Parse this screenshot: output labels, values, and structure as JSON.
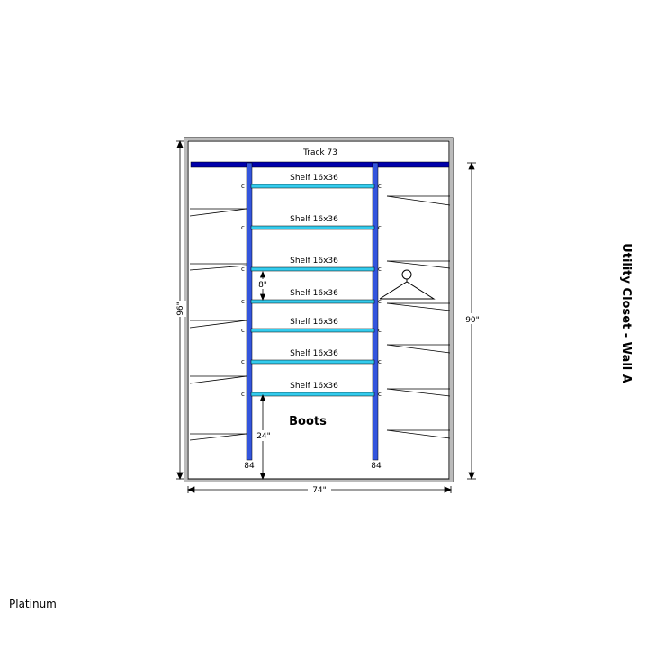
{
  "wall_title": "Utility Closet - Wall A",
  "brand": "Platinum",
  "track": {
    "label": "Track 73",
    "color": "#0000aa"
  },
  "standards": {
    "left_label": "84",
    "right_label": "84",
    "color": "#3355dd"
  },
  "shelves": [
    {
      "label": "Shelf 16x36"
    },
    {
      "label": "Shelf 16x36"
    },
    {
      "label": "Shelf 16x36"
    },
    {
      "label": "Shelf 16x36"
    },
    {
      "label": "Shelf 16x36"
    },
    {
      "label": "Shelf 16x36"
    },
    {
      "label": "Shelf 16x36"
    }
  ],
  "shelf_color": "#33ccee",
  "bracket_mark": "c",
  "dimensions": {
    "height": "96\"",
    "width": "74\"",
    "track_height": "90\"",
    "shelf_spacing": "8\"",
    "bottom_clearance": "24\""
  },
  "zone_label": "Boots"
}
